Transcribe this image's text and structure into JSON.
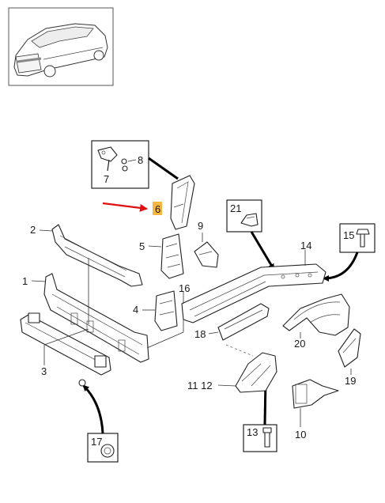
{
  "thumbnail": {
    "icon": "suv-rear-view-icon"
  },
  "highlight_color": "#f5b642",
  "pointer_color": "#e01010",
  "callouts": {
    "c7_8": {
      "label_a": "8",
      "label_b": "7"
    },
    "c21": {
      "label": "21"
    },
    "c15": {
      "label": "15"
    },
    "c17": {
      "label": "17"
    },
    "c13": {
      "label": "13"
    }
  },
  "labels": {
    "p1": "1",
    "p2": "2",
    "p3": "3",
    "p4": "4",
    "p5": "5",
    "p6": "6",
    "p9": "9",
    "p10": "10",
    "p11_12": "11 12",
    "p14": "14",
    "p16": "16",
    "p18": "18",
    "p19": "19",
    "p20": "20"
  }
}
